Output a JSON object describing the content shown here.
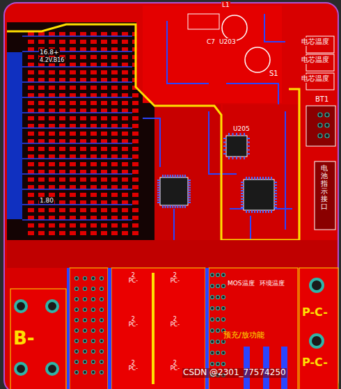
{
  "diagram": {
    "labels": [
      "L1",
      "C7",
      "U203",
      "S1",
      "电芯温度",
      "电芯温度",
      "电芯温度",
      "BT1",
      "电池指示接口",
      "U205",
      "16.8+",
      "4.2V.B16",
      "1.80",
      "B-",
      "P-C-",
      "P-C-",
      "2 PC-",
      "2 PC-",
      "2 PC-",
      "2 PC-",
      "2 PC-",
      "2 PC-",
      "MOS温度",
      "环境温度",
      "预充/放功能",
      "CSDN @2301_77574250"
    ]
  }
}
